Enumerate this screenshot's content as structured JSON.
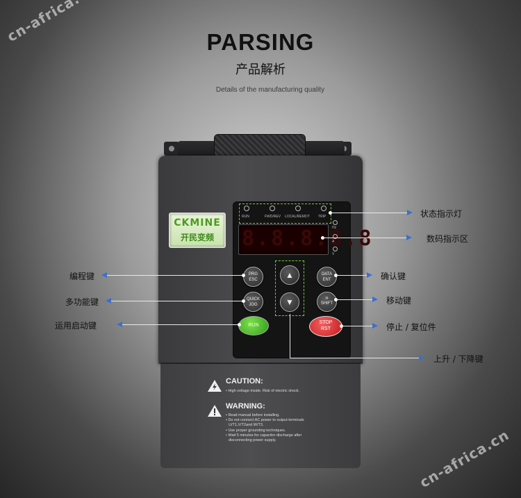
{
  "watermark": "cn-africa.cn",
  "header": {
    "title": "PARSING",
    "subtitle": "产品解析",
    "details": "Details of the manufacturing quality"
  },
  "logo": {
    "brand": "CKMINE",
    "cn": "开民变频"
  },
  "panel": {
    "status_leds": [
      "RUN",
      "FWD/REV",
      "LOCAL/REMOT",
      "TRIP"
    ],
    "display": "8.8.8.8.8",
    "units": [
      "Hz",
      "A",
      "V"
    ],
    "buttons": {
      "prg": [
        "PRG",
        "ESC"
      ],
      "data": [
        "DATA",
        "ENT"
      ],
      "quick": [
        "QUICK",
        "JOG"
      ],
      "shift": "SHIFT",
      "run": "RUN",
      "stop": [
        "STOP",
        "RST"
      ]
    }
  },
  "warning_label": {
    "caution_title": "CAUTION:",
    "caution_text": "• High voltage inside. Risk of electric shock.",
    "warning_title": "WARNING:",
    "warning_items": [
      "• Read manual before installing.",
      "• Do not connect AC power to output terminals",
      "  U/T1,V/T2and W/T3.",
      "• Use proper grounding techniques.",
      "• Wait 5 minutes for capacitor discharge after",
      "  disconnecting power supply."
    ]
  },
  "annotations": {
    "status_indicator": "状态指示灯",
    "digital_display": "数码指示区",
    "program_key": "编程键",
    "confirm_key": "确认键",
    "multifunction_key": "多功能键",
    "shift_key": "移动键",
    "run_key": "运用启动键",
    "stop_reset": "停止 / 复位件",
    "up_down_keys": "上升 / 下降键"
  },
  "colors": {
    "arrow": "#3a6fd0",
    "dashed_frame": "#7ac943",
    "run": "#3fb51f",
    "stop": "#d42022"
  }
}
